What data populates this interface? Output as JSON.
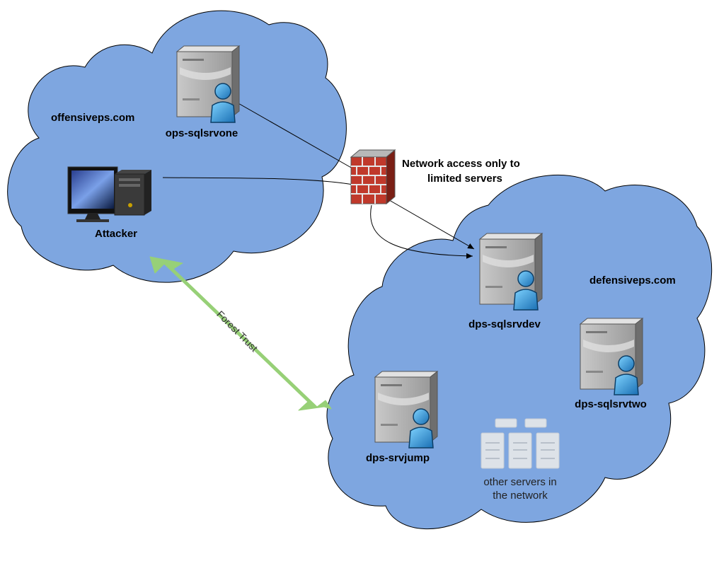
{
  "domains": {
    "offensive": "offensiveps.com",
    "defensive": "defensiveps.com"
  },
  "nodes": {
    "ops_sqlsrvone": "ops-sqlsrvone",
    "attacker": "Attacker",
    "dps_sqlsrvdev": "dps-sqlsrvdev",
    "dps_sqlsrvtwo": "dps-sqlsrvtwo",
    "dps_srvjump": "dps-srvjump",
    "other_servers": [
      "other servers in",
      "the network"
    ]
  },
  "firewall": {
    "label": [
      "Network access only to",
      "limited servers"
    ]
  },
  "trust": {
    "label": "Forest Trust"
  },
  "colors": {
    "cloud_fill": "#7ea6e0",
    "cloud_stroke": "#000000",
    "trust_arrow": "#97d077",
    "firewall_brick": "#c0392b"
  },
  "icons": [
    "server-user-icon",
    "desktop-computer-icon",
    "firewall-icon",
    "server-rack-icon",
    "double-arrow-icon"
  ]
}
